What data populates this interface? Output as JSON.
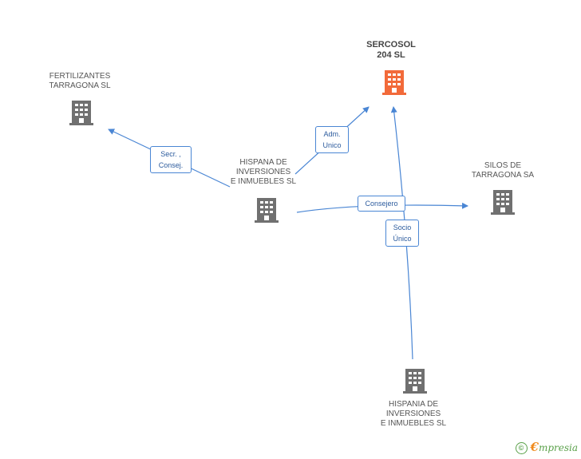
{
  "nodes": {
    "sercosol": {
      "label": "SERCOSOL\n204 SL",
      "icon": "building-icon",
      "color": "#f26a3a"
    },
    "fertilizantes": {
      "label": "FERTILIZANTES\nTARRAGONA SL",
      "icon": "building-icon",
      "color": "#707070"
    },
    "hispana": {
      "label": "HISPANA DE\nINVERSIONES\nE INMUEBLES SL",
      "icon": "building-icon",
      "color": "#707070"
    },
    "silos": {
      "label": "SILOS DE\nTARRAGONA SA",
      "icon": "building-icon",
      "color": "#707070"
    },
    "hispania": {
      "label": "HISPANIA DE\nINVERSIONES\nE INMUEBLES  SL",
      "icon": "building-icon",
      "color": "#707070"
    }
  },
  "edges": {
    "secr_consej": "Secr. ,\nConsej.",
    "adm_unico": "Adm.\nUnico",
    "consejero": "Consejero",
    "socio_unico": "Socio\nÚnico"
  },
  "colors": {
    "edge": "#4a86d4",
    "building_main": "#f26a3a",
    "building_other": "#707070"
  },
  "footer": {
    "copyright_symbol": "©",
    "brand_e": "€",
    "brand_rest": "mpresia"
  }
}
